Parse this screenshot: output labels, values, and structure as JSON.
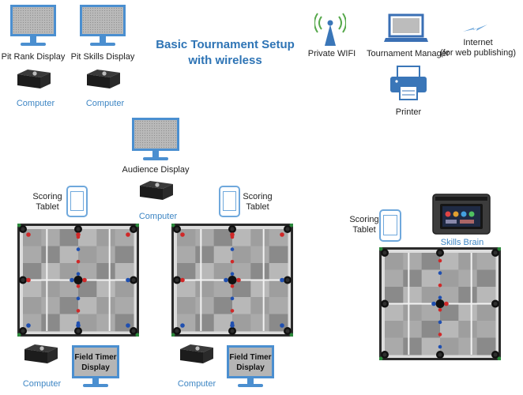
{
  "title_line1": "Basic Tournament Setup",
  "title_line2": "with wireless",
  "pit_rank": {
    "label": "Pit Rank Display",
    "computer": "Computer"
  },
  "pit_skills": {
    "label": "Pit Skills Display",
    "computer": "Computer"
  },
  "audience": {
    "label": "Audience Display",
    "computer": "Computer"
  },
  "wifi": {
    "label": "Private WIFI"
  },
  "tm": {
    "label": "Tournament Manager"
  },
  "internet": {
    "line1": "Internet",
    "line2": "(for web publishing)"
  },
  "printer": {
    "label": "Printer"
  },
  "field1": {
    "tablet_line1": "Scoring",
    "tablet_line2": "Tablet",
    "computer": "Computer",
    "timer_line1": "Field Timer",
    "timer_line2": "Display"
  },
  "field2": {
    "tablet_line1": "Scoring",
    "tablet_line2": "Tablet",
    "computer": "Computer",
    "timer_line1": "Field Timer",
    "timer_line2": "Display"
  },
  "skills": {
    "tablet_line1": "Scoring",
    "tablet_line2": "Tablet",
    "brain_label": "Skills Brain"
  },
  "colors": {
    "accent": "#2e74b5",
    "label_blue": "#3e86c4",
    "device_blue": "#4b8fd0"
  }
}
